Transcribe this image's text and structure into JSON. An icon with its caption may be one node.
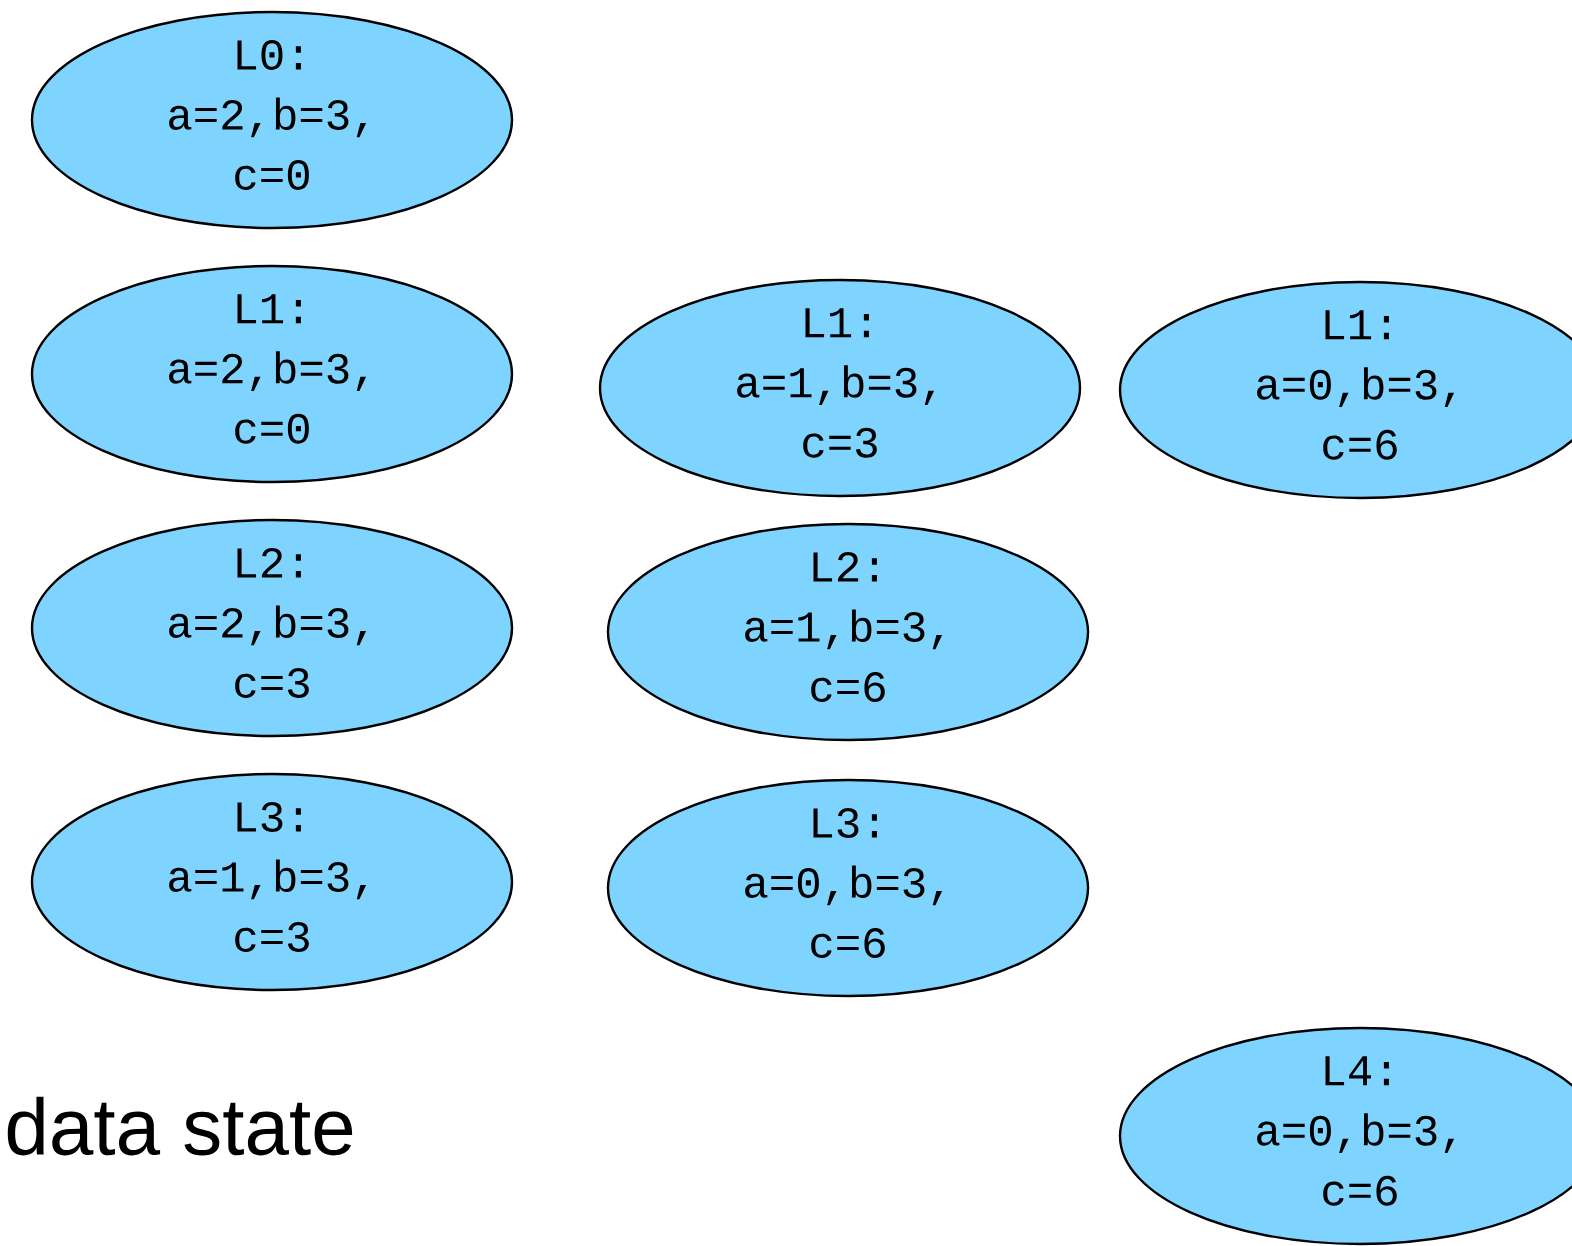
{
  "diagram": {
    "nodes": [
      {
        "text": [
          "L0:",
          "a=2,b=3, c=0"
        ]
      },
      {
        "text": [
          "L1:",
          "a=2,b=3, c=0"
        ]
      },
      {
        "text": [
          "L1:",
          "a=1,b=3, c=3"
        ]
      },
      {
        "text": [
          "L1:",
          "a=0,b=3, c=6"
        ]
      },
      {
        "text": [
          "L2:",
          "a=2,b=3, c=3"
        ]
      },
      {
        "text": [
          "L2:",
          "a=1,b=3, c=6"
        ]
      },
      {
        "text": [
          "L3:",
          "a=1,b=3, c=3"
        ]
      },
      {
        "text": [
          "L3:",
          "a=0,b=3, c=6"
        ]
      },
      {
        "text": [
          "L4:",
          "a=0,b=3, c=6"
        ]
      }
    ],
    "labels": [
      "data state"
    ]
  }
}
